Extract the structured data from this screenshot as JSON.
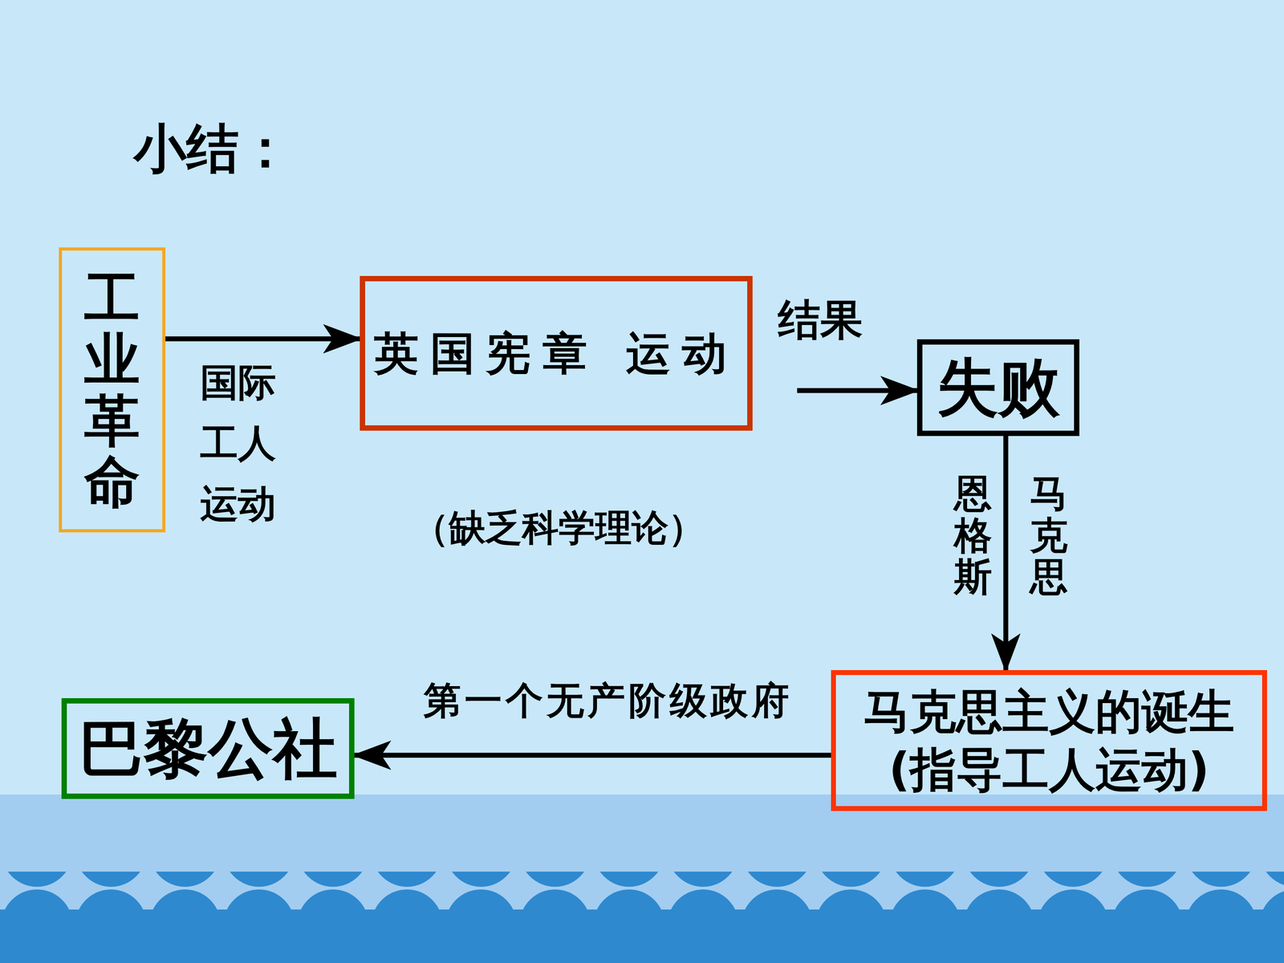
{
  "diagram": {
    "title": "小结：",
    "nodes": [
      {
        "text": [
          "工业革命"
        ]
      },
      {
        "text": [
          "英国宪章 运动"
        ]
      },
      {
        "text": [
          "失败"
        ]
      },
      {
        "text": [
          "马克思主义的诞生",
          "(指导工人运动)"
        ]
      },
      {
        "text": [
          "巴黎公社"
        ]
      }
    ],
    "edges": [
      {
        "from": 0,
        "to": 1,
        "label": "国际 工人 运动",
        "arrow": "to"
      },
      {
        "from": 1,
        "to": 2,
        "label": "结果",
        "arrow": "to"
      },
      {
        "from": 2,
        "to": 3,
        "label": "马克思",
        "arrow": "to"
      },
      {
        "from": 3,
        "to": 4,
        "label": "第一个无产阶级政府",
        "arrow": "to"
      }
    ],
    "labels": [
      "（缺乏科学理论）",
      "恩格斯"
    ]
  }
}
